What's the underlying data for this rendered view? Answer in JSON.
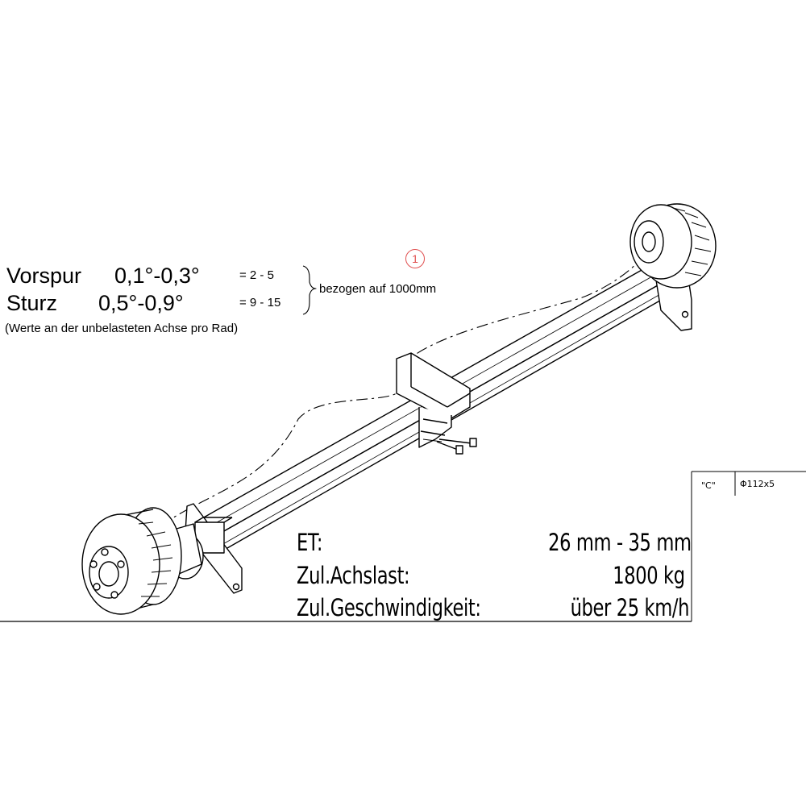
{
  "marker": "1",
  "alignment": {
    "toe_label": "Vorspur",
    "toe_value": "0,1°-0,3°",
    "toe_mm": "= 2 - 5",
    "camber_label": "Sturz",
    "camber_value": "0,5°-0,9°",
    "camber_mm": "= 9 - 15",
    "brace_note": "bezogen auf 1000mm",
    "footnote": "(Werte an der unbelasteten Achse pro Rad)"
  },
  "corner_table": {
    "col1": "\"C\"",
    "col2": "Φ112x5"
  },
  "specs": [
    {
      "label": "ET:",
      "value": "26 mm - 35 mm"
    },
    {
      "label": "Zul.Achslast:",
      "value": "1800 kg"
    },
    {
      "label": "Zul.Geschwindigkeit:",
      "value": "über 25 km/h"
    }
  ]
}
